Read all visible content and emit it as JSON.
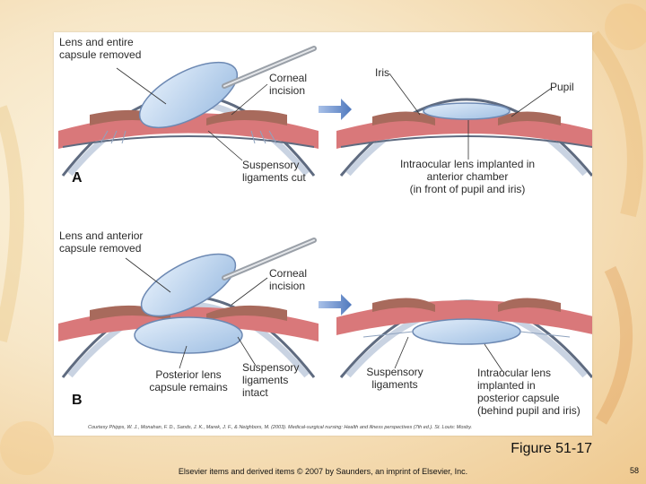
{
  "panel_a": {
    "letter": "A",
    "label_lens_entire": [
      "Lens and entire",
      "capsule removed"
    ],
    "label_corneal": [
      "Corneal",
      "incision"
    ],
    "label_iris": "Iris",
    "label_pupil": "Pupil",
    "label_ligaments_cut": [
      "Suspensory",
      "ligaments cut"
    ],
    "label_iol_anterior": [
      "Intraocular lens implanted in",
      "anterior chamber",
      "(in front of pupil and iris)"
    ]
  },
  "panel_b": {
    "letter": "B",
    "label_lens_anterior": [
      "Lens and anterior",
      "capsule removed"
    ],
    "label_corneal": [
      "Corneal",
      "incision"
    ],
    "label_posterior_remains": [
      "Posterior lens",
      "capsule remains"
    ],
    "label_ligaments_intact": [
      "Suspensory",
      "ligaments",
      "intact"
    ],
    "label_ligaments": [
      "Suspensory",
      "ligaments"
    ],
    "label_iol_posterior": [
      "Intraocular lens",
      "implanted in",
      "posterior capsule",
      "(behind pupil and iris)"
    ]
  },
  "credit": "Courtesy Phipps, W. J., Monahan, F. D., Sands, J. K., Marek, J. F., & Neighbors, M. (2003). Medical-surgical nursing: Health and illness perspectives (7th ed.). St. Louis: Mosby.",
  "figure_caption": "Figure 51-17",
  "footer": "Elsevier items and derived items © 2007 by Saunders, an imprint of Elsevier, Inc.",
  "page_number": "58",
  "colors": {
    "cornea": "#c9d3e2",
    "cornea_edge": "#5f6b80",
    "sclera": "#d9787a",
    "iris_tissue": "#a86a5c",
    "lens": "#bcd4ee",
    "arrow": "#6b8fc9"
  }
}
